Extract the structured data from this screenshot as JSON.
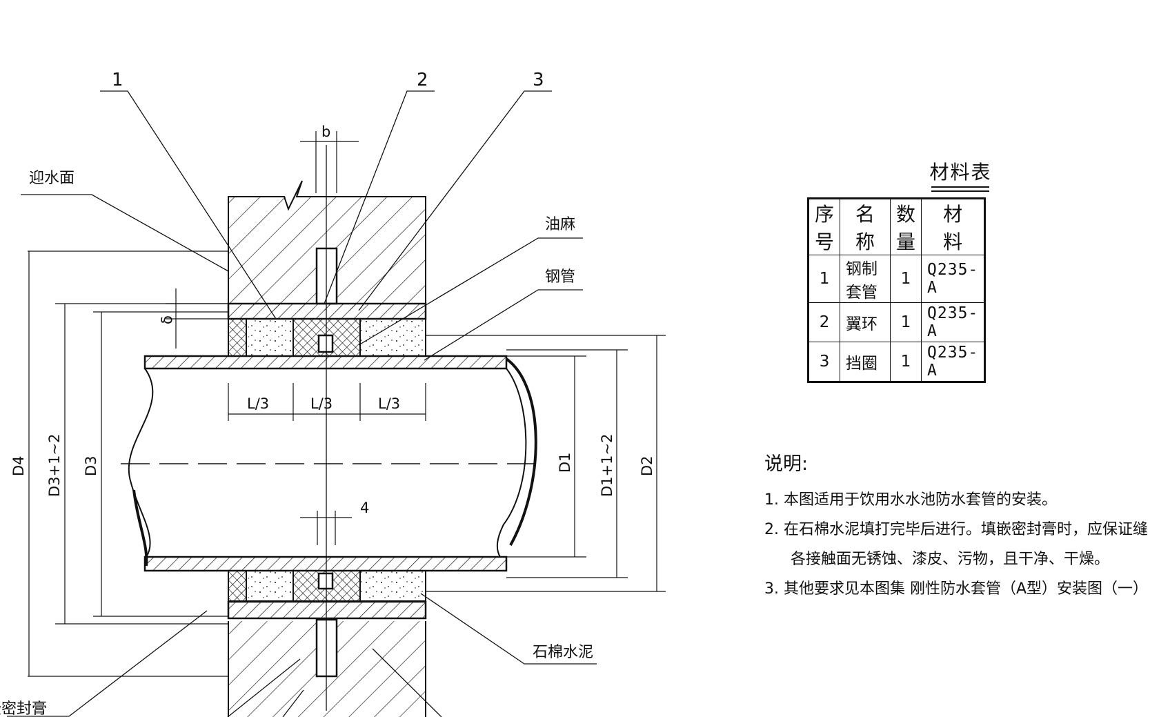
{
  "callouts": [
    "1",
    "2",
    "3",
    "4"
  ],
  "labels": {
    "water_face": "迎水面",
    "oil_hemp": "油麻",
    "steel_pipe": "钢管",
    "asbestos_cement": "石棉水泥",
    "sealant": "嵌密封膏"
  },
  "dimensions": {
    "b": "b",
    "delta": "δ",
    "third": "L/3",
    "gap": "4",
    "D4": "D4",
    "D3_plus": "D3+1~2",
    "D3": "D3",
    "D1": "D1",
    "D1_plus": "D1+1~2",
    "D2": "D2"
  },
  "material_table": {
    "title": "材料表",
    "headers": [
      "序号",
      "名　称",
      "数量",
      "材　料"
    ],
    "rows": [
      [
        "1",
        "钢制套管",
        "1",
        "Q235-A"
      ],
      [
        "2",
        "翼环",
        "1",
        "Q235-A"
      ],
      [
        "3",
        "挡圈",
        "1",
        "Q235-A"
      ]
    ]
  },
  "notes": {
    "title": "说明:",
    "lines": [
      "1. 本图适用于饮用水水池防水套管的安装。",
      "2. 在石棉水泥填打完毕后进行。填嵌密封膏时，应保证缝",
      "各接触面无锈蚀、漆皮、污物，且干净、干燥。",
      "3. 其他要求见本图集 刚性防水套管（A型）安装图（一）"
    ]
  },
  "colors": {
    "ink": "#111111",
    "paper": "#ffffff"
  }
}
